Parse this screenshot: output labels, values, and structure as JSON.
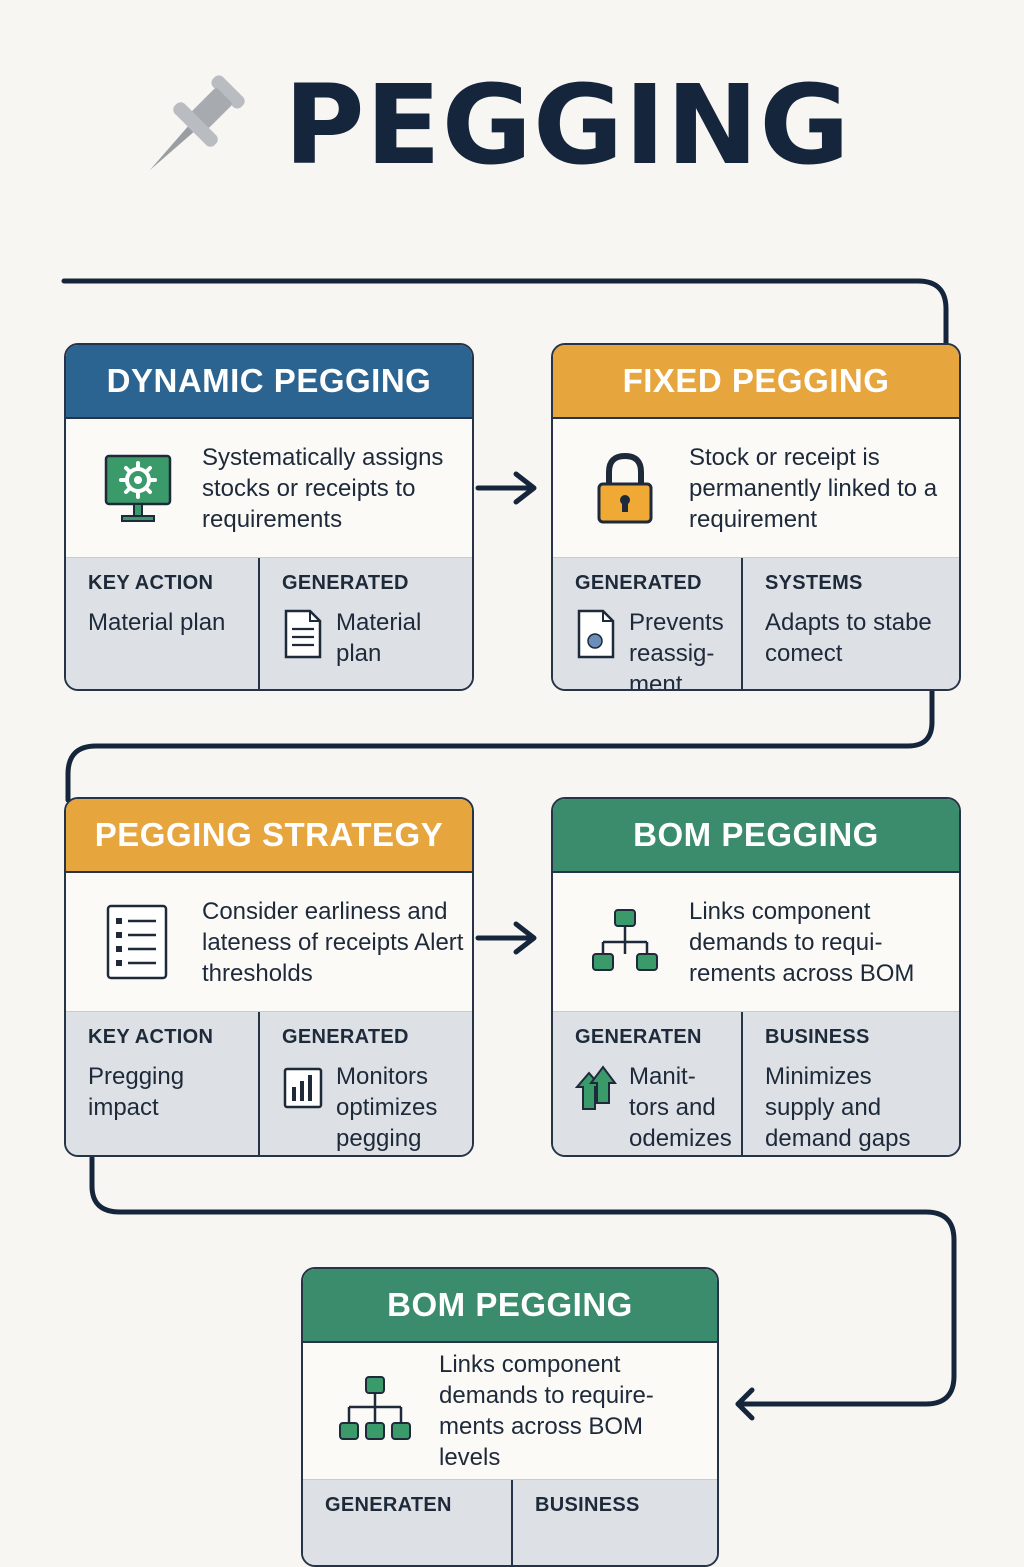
{
  "title": "PEGGING",
  "colors": {
    "blue": "#2c6491",
    "orange": "#e7a53e",
    "green": "#3b8c6c",
    "navy": "#15253b"
  },
  "cards": {
    "dynamic": {
      "title": "DYNAMIC PEGGING",
      "icon": "monitor-gear-icon",
      "body": "Systematically assigns stocks or receipts to requirements",
      "col1": {
        "label": "KEY ACTION",
        "text": "Material plan"
      },
      "col2": {
        "label": "GENERATED",
        "icon": "document-icon",
        "text": "Material plan"
      }
    },
    "fixed": {
      "title": "FIXED PEGGING",
      "icon": "padlock-icon",
      "body": "Stock or receipt is permanently linked to a requirement",
      "col1": {
        "label": "GENERATED",
        "icon": "document-icon",
        "text": "Prevents reassig-ment"
      },
      "col2": {
        "label": "SYSTEMS",
        "text": "Adapts to stabe comect"
      }
    },
    "strategy": {
      "title": "PEGGING STRATEGY",
      "icon": "checklist-icon",
      "body": "Consider earliness and lateness of receipts Alert thresholds",
      "col1": {
        "label": "KEY ACTION",
        "text": "Pregging impact"
      },
      "col2": {
        "label": "GENERATED",
        "icon": "bar-chart-icon",
        "text": "Monitors optimizes pegging"
      }
    },
    "bom": {
      "title": "BOM PEGGING",
      "icon": "hierarchy-icon",
      "body": "Links component demands to requi-rements across BOM",
      "col1": {
        "label": "GENERATEN",
        "icon": "up-arrow-icon",
        "text": "Manit-tors and odemizes"
      },
      "col2": {
        "label": "BUSINESS",
        "text": "Minimizes supply and demand gaps"
      }
    },
    "bom2": {
      "title": "BOM PEGGING",
      "icon": "hierarchy-icon",
      "body": "Links component demands to require-ments across BOM levels",
      "col1": {
        "label": "GENERATEN"
      },
      "col2": {
        "label": "BUSINESS"
      }
    }
  }
}
